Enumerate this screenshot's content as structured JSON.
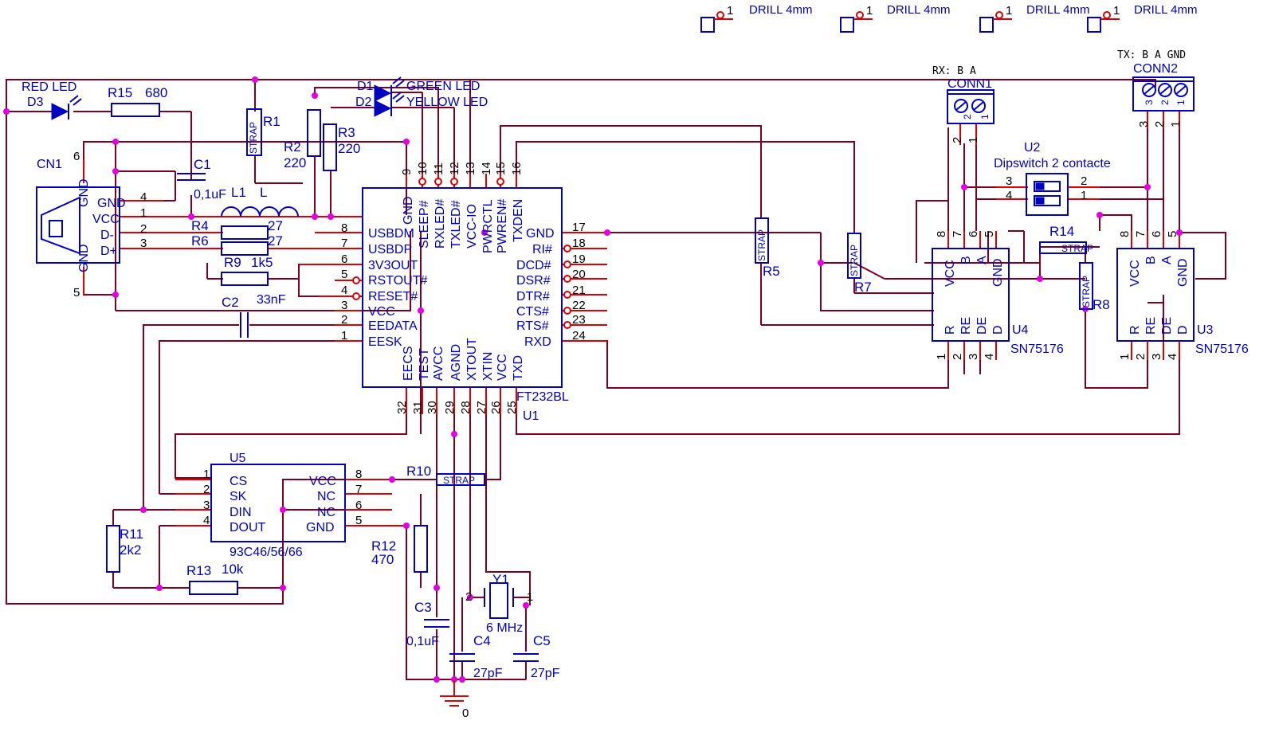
{
  "drill": {
    "num": "1",
    "label": "DRILL 4mm"
  },
  "d3": {
    "ref": "D3",
    "name": "RED LED"
  },
  "r15": {
    "ref": "R15",
    "val": "680"
  },
  "r1": {
    "ref": "R1"
  },
  "strap": "STRAP",
  "d1": {
    "ref": "D1",
    "name": "GREEN LED"
  },
  "d2": {
    "ref": "D2",
    "name": "YELLOW LED"
  },
  "r2": {
    "ref": "R2",
    "val": "220"
  },
  "r3": {
    "ref": "R3",
    "val": "220"
  },
  "cn1": {
    "ref": "CN1",
    "pins": [
      "GND",
      "VCC",
      "D-",
      "D+"
    ],
    "gnd": "GND"
  },
  "c1": {
    "ref": "C1",
    "val": "0,1uF"
  },
  "l1": {
    "ref": "L1",
    "name": "L"
  },
  "r4": {
    "ref": "R4",
    "val": "27"
  },
  "r6": {
    "ref": "R6",
    "val": "27"
  },
  "r9": {
    "ref": "R9",
    "val": "1k5"
  },
  "c2": {
    "ref": "C2",
    "val": "33nF"
  },
  "u1": {
    "ref": "U1",
    "part": "FT232BL",
    "left": [
      "USBDM",
      "USBDP",
      "3V3OUT",
      "RSTOUT#",
      "RESET#",
      "VCC",
      "EEDATA",
      "EESK"
    ],
    "leftNums": [
      "8",
      "7",
      "6",
      "5",
      "4",
      "3",
      "2",
      "1"
    ],
    "top": [
      "GND",
      "SLEEP#",
      "RXLED#",
      "TXLED#",
      "VCC-IO",
      "PWRCTL",
      "PWREN#",
      "TXDEN"
    ],
    "topNums": [
      "9",
      "10",
      "11",
      "12",
      "13",
      "14",
      "15",
      "16"
    ],
    "right": [
      "GND",
      "RI#",
      "DCD#",
      "DSR#",
      "DTR#",
      "CTS#",
      "RTS#",
      "RXD"
    ],
    "rightNums": [
      "17",
      "18",
      "19",
      "20",
      "21",
      "22",
      "23",
      "24"
    ],
    "bottom": [
      "EECS",
      "TEST",
      "AVCC",
      "AGND",
      "XTOUT",
      "XTIN",
      "VCC",
      "TXD"
    ],
    "bottomNums": [
      "32",
      "31",
      "30",
      "29",
      "28",
      "27",
      "26",
      "25"
    ]
  },
  "r5": {
    "ref": "R5"
  },
  "r7": {
    "ref": "R7"
  },
  "conn1": {
    "ref": "CONN1",
    "label": "RX:  B   A",
    "pins": [
      "2",
      "1"
    ]
  },
  "conn2": {
    "ref": "CONN2",
    "label": "TX:  B   A   GND",
    "pins": [
      "3",
      "2",
      "1"
    ]
  },
  "u2": {
    "ref": "U2",
    "name": "Dipswitch 2 contacte",
    "pins": [
      "3",
      "4",
      "2",
      "1"
    ]
  },
  "r14": {
    "ref": "R14"
  },
  "r8": {
    "ref": "R8"
  },
  "u4": {
    "ref": "U4",
    "part": "SN75176",
    "top": [
      "VCC",
      "B",
      "A",
      "GND"
    ],
    "topNums": [
      "8",
      "7",
      "6",
      "5"
    ],
    "bottom": [
      "R",
      "RE",
      "DE",
      "D"
    ],
    "bottomNums": [
      "1",
      "2",
      "3",
      "4"
    ]
  },
  "u3": {
    "ref": "U3",
    "part": "SN75176",
    "top": [
      "VCC",
      "B",
      "A",
      "GND"
    ],
    "topNums": [
      "8",
      "7",
      "6",
      "5"
    ],
    "bottom": [
      "R",
      "RE",
      "DE",
      "D"
    ],
    "bottomNums": [
      "1",
      "2",
      "3",
      "4"
    ]
  },
  "u5": {
    "ref": "U5",
    "part": "93C46/56/66",
    "left": [
      "CS",
      "SK",
      "DIN",
      "DOUT"
    ],
    "leftNums": [
      "1",
      "2",
      "3",
      "4"
    ],
    "right": [
      "VCC",
      "NC",
      "NC",
      "GND"
    ],
    "rightNums": [
      "8",
      "7",
      "6",
      "5"
    ]
  },
  "r10": {
    "ref": "R10"
  },
  "r11": {
    "ref": "R11",
    "val": "2k2"
  },
  "r12": {
    "ref": "R12",
    "val": "470"
  },
  "r13": {
    "ref": "R13",
    "val": "10k"
  },
  "c3": {
    "ref": "C3",
    "val": "0,1uF"
  },
  "y1": {
    "ref": "Y1",
    "val": "6 MHz",
    "pins": [
      "2",
      "1"
    ]
  },
  "c4": {
    "ref": "C4",
    "val": "27pF"
  },
  "c5": {
    "ref": "C5",
    "val": "27pF"
  },
  "gnd": {
    "label": "0"
  }
}
